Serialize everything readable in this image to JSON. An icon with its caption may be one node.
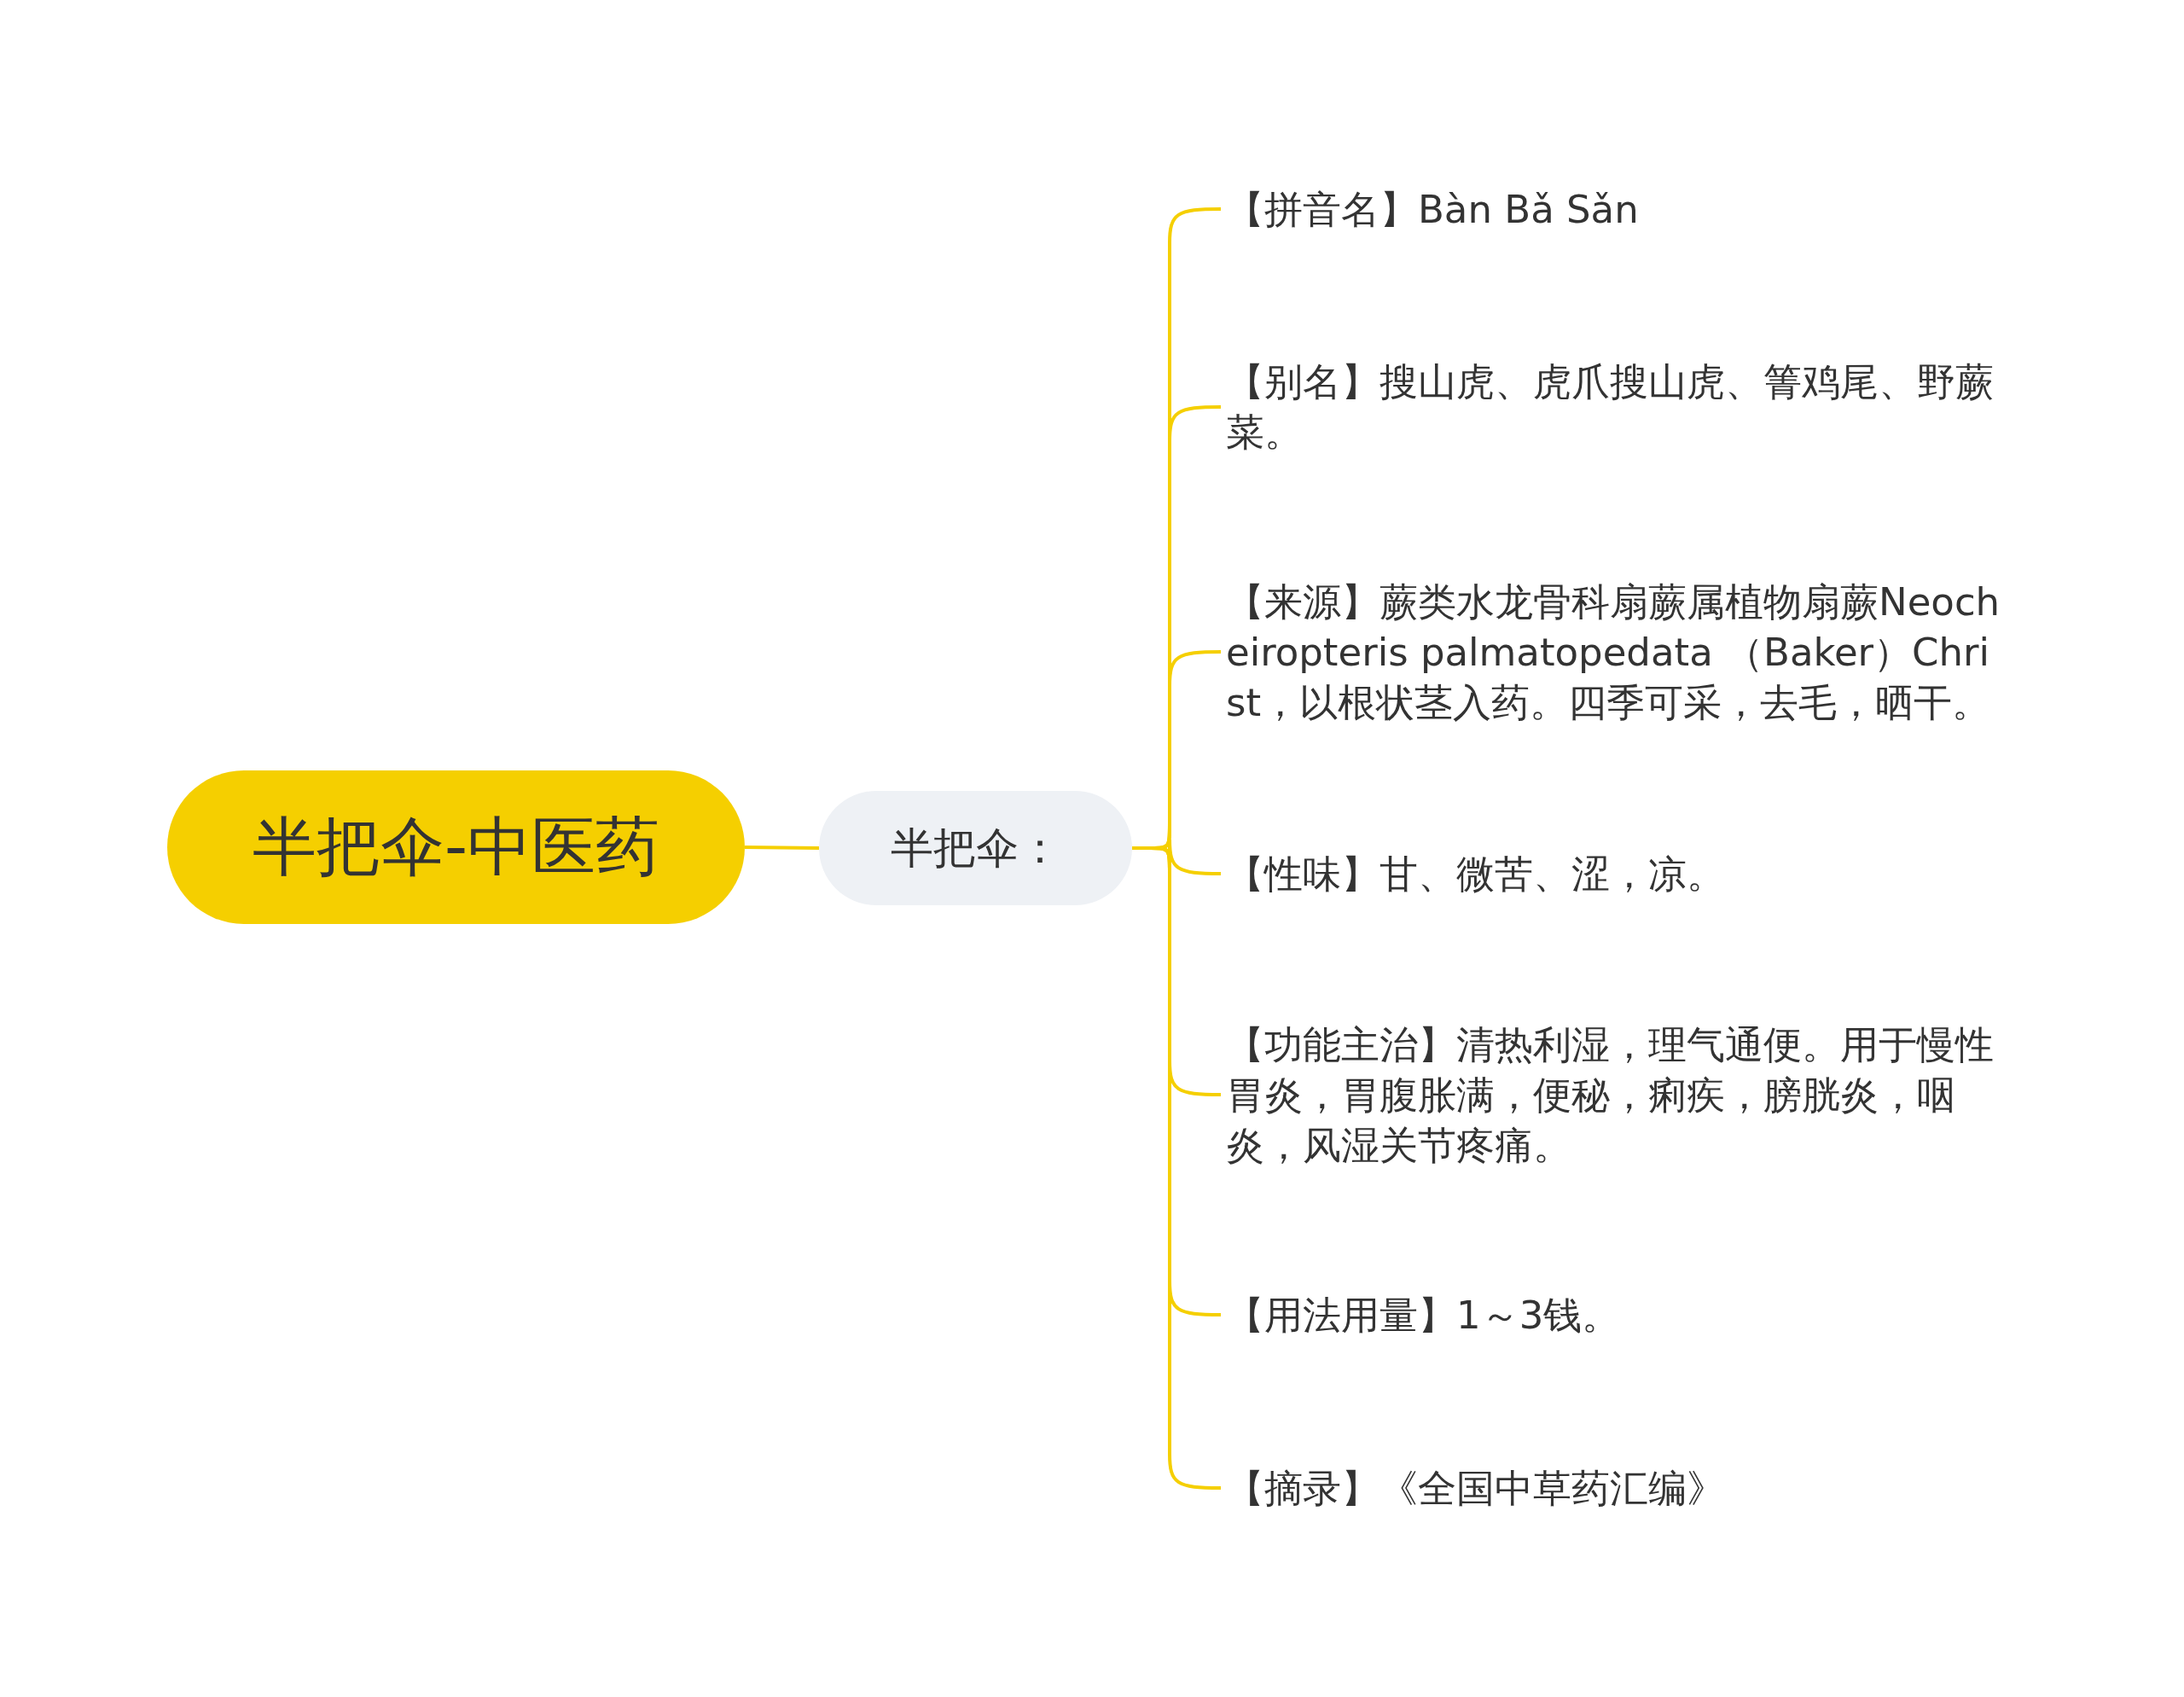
{
  "diagram": {
    "nodes": [
      {
        "text": [
          "半把伞-中医药"
        ]
      },
      {
        "text": [
          "半把伞："
        ]
      },
      {
        "text": [
          "【拼音名】Bàn Bǎ Sǎn"
        ]
      },
      {
        "text": [
          "【别名】搜山虎、虎爪搜山虎、箐鸡尾、野蕨菜。"
        ]
      },
      {
        "text": [
          "【来源】蕨类水龙骨科扇蕨属植物扇蕨Neocheiropteris palmatopedata （Baker）Christ，以根状茎入药。四季可采，去毛，晒干。"
        ]
      },
      {
        "text": [
          "【性味】甘、微苦、涩，凉。"
        ]
      },
      {
        "text": [
          "【功能主治】清热利湿，理气通便。用于慢性胃炎，胃腹胀满，便秘，痢疾，膀胱炎，咽炎，风湿关节疼痛。"
        ]
      },
      {
        "text": [
          "【用法用量】1～3钱。"
        ]
      },
      {
        "text": [
          "【摘录】《全国中草药汇编》"
        ]
      }
    ],
    "edges": [
      {
        "from": 0,
        "to": 1,
        "arrow": "none"
      },
      {
        "from": 1,
        "to": 2,
        "arrow": "none"
      },
      {
        "from": 1,
        "to": 3,
        "arrow": "none"
      },
      {
        "from": 1,
        "to": 4,
        "arrow": "none"
      },
      {
        "from": 1,
        "to": 5,
        "arrow": "none"
      },
      {
        "from": 1,
        "to": 6,
        "arrow": "none"
      },
      {
        "from": 1,
        "to": 7,
        "arrow": "none"
      },
      {
        "from": 1,
        "to": 8,
        "arrow": "none"
      }
    ]
  }
}
